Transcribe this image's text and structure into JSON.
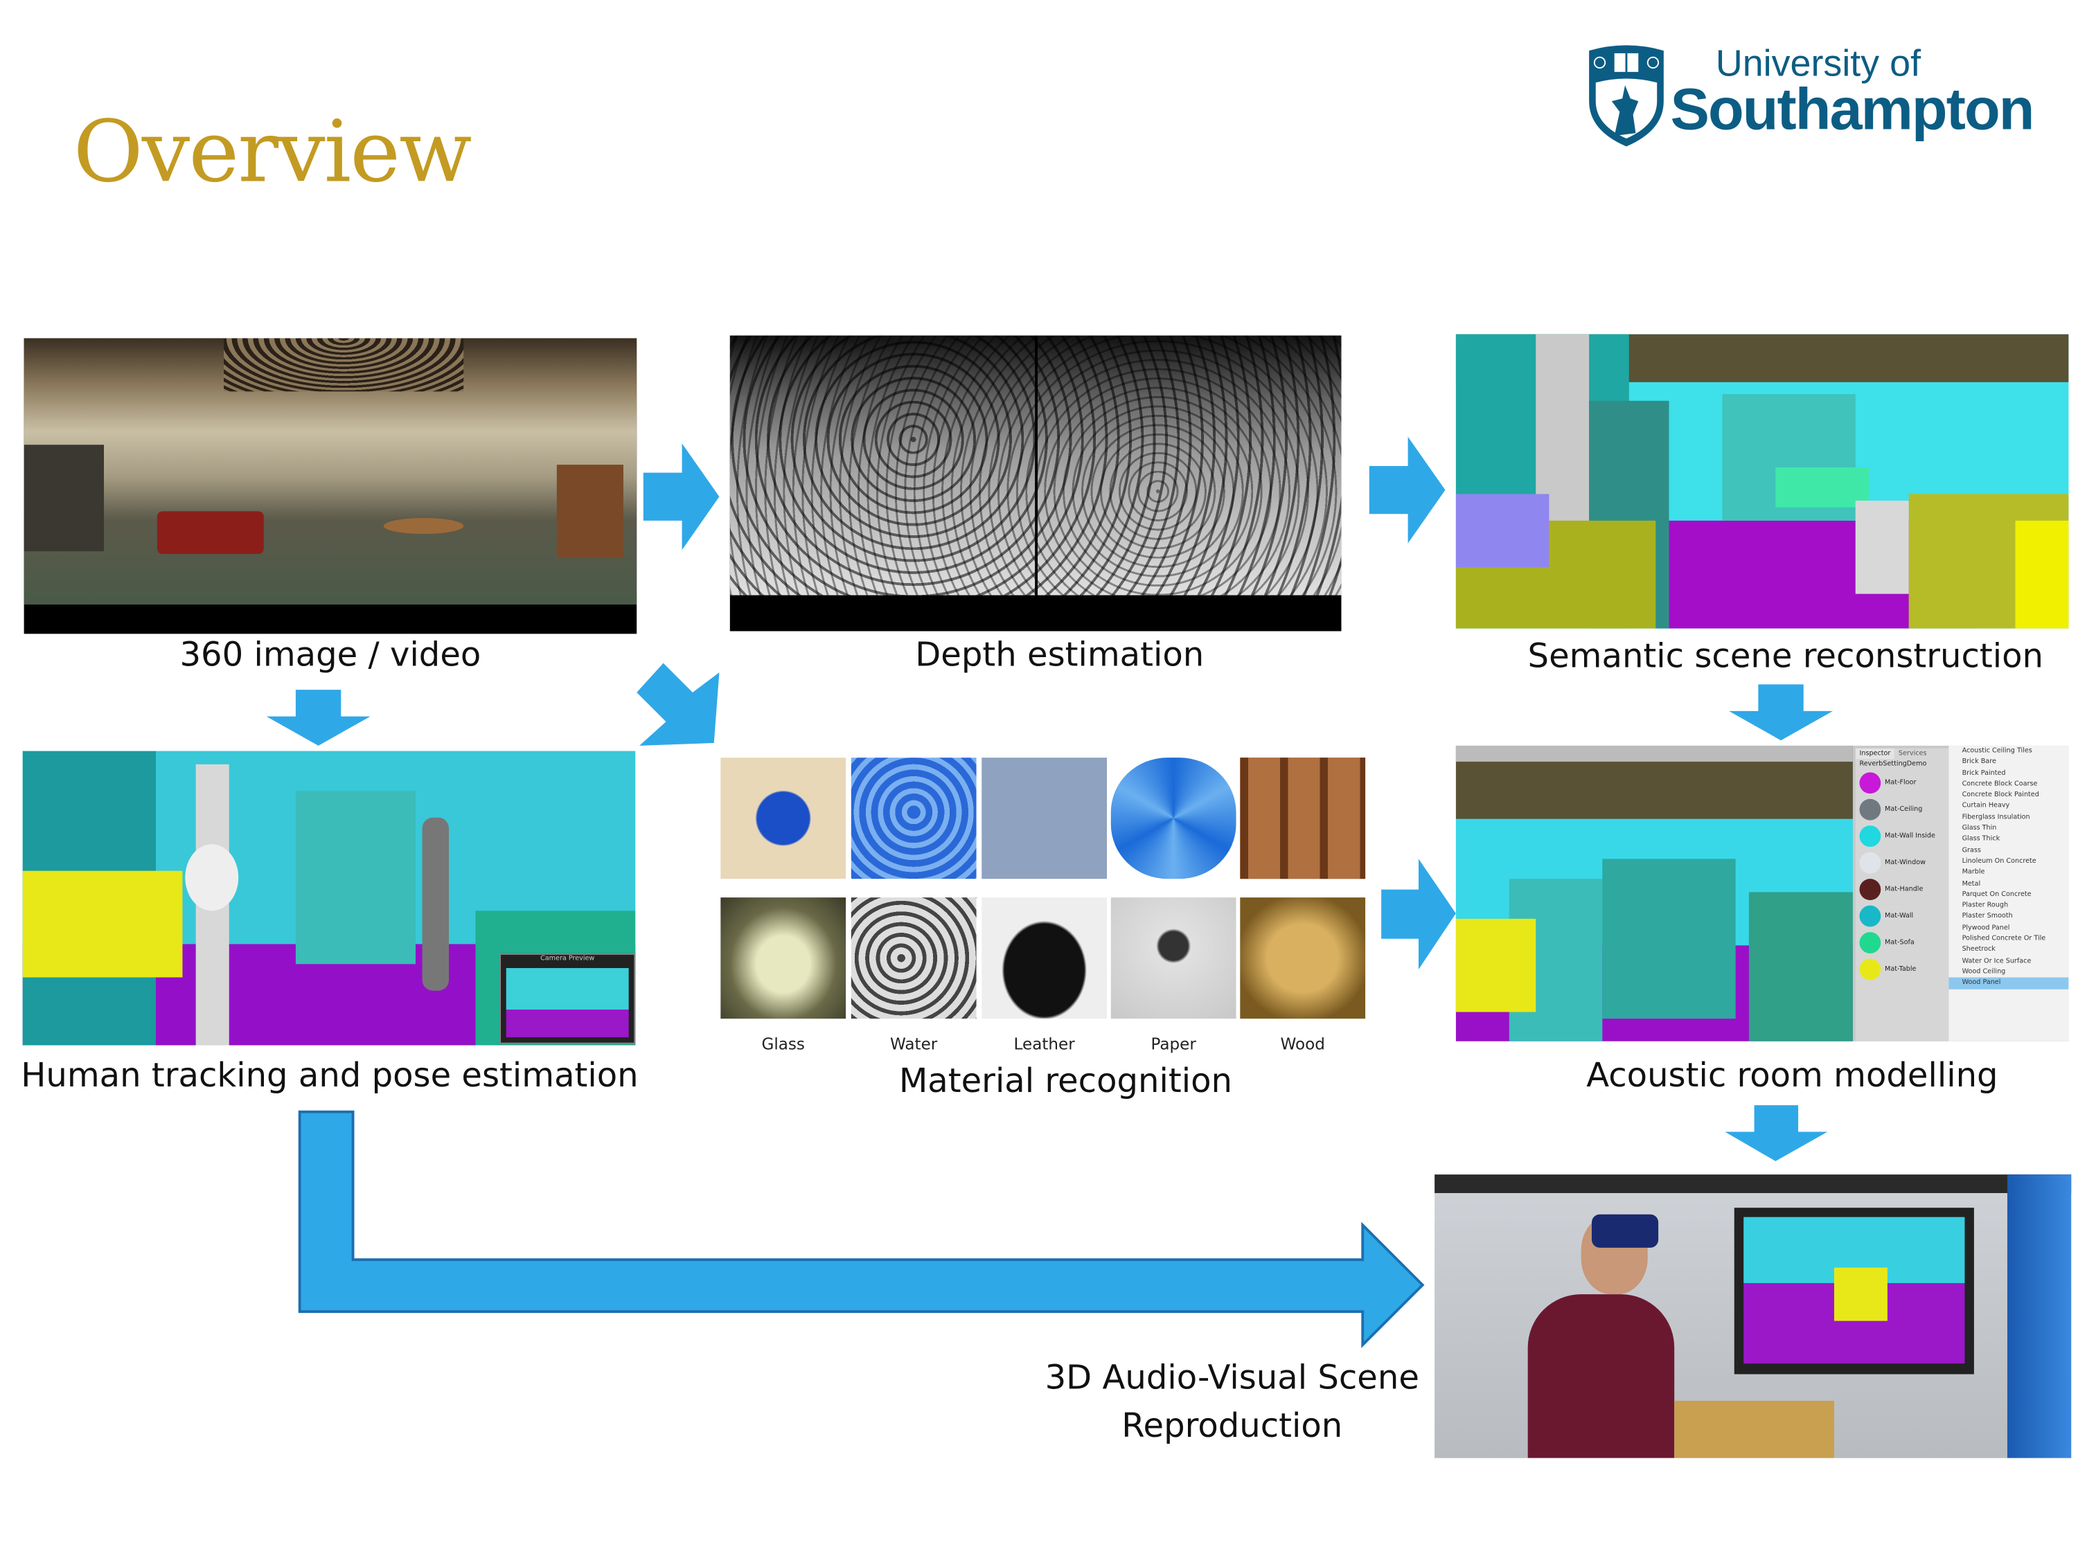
{
  "slide_title": "Overview",
  "logo": {
    "line1": "University of",
    "line2": "Southampton",
    "color": "#0c5d84"
  },
  "accent_colors": {
    "title": "#c39b22",
    "arrow": "#2fa8e8"
  },
  "stages": {
    "capture": "360 image / video",
    "depth": "Depth estimation",
    "semantic": "Semantic scene reconstruction",
    "tracking": "Human tracking and pose estimation",
    "material": "Material recognition",
    "acoustic": "Acoustic room modelling",
    "reproduction_line1": "3D Audio-Visual Scene",
    "reproduction_line2": "Reproduction"
  },
  "materials": [
    "Glass",
    "Water",
    "Leather",
    "Paper",
    "Wood"
  ],
  "tracking_inset": "Camera Preview",
  "unity_inspector": {
    "tabs": [
      "Inspector",
      "Services"
    ],
    "object": "ReverbSettingDemo",
    "mats": [
      "Mat-Floor",
      "Mat-Ceiling",
      "Mat-Wall Inside",
      "Mat-Window",
      "Mat-Handle",
      "Mat-Wall",
      "Mat-Sofa",
      "Mat-Table"
    ],
    "dropdown": [
      "Acoustic Ceiling Tiles",
      "Brick Bare",
      "Brick Painted",
      "Concrete Block Coarse",
      "Concrete Block Painted",
      "Curtain Heavy",
      "Fiberglass Insulation",
      "Glass Thin",
      "Glass Thick",
      "Grass",
      "Linoleum On Concrete",
      "Marble",
      "Metal",
      "Parquet On Concrete",
      "Plaster Rough",
      "Plaster Smooth",
      "Plywood Panel",
      "Polished Concrete Or Tile",
      "Sheetrock",
      "Water Or Ice Surface",
      "Wood Ceiling",
      "Wood Panel"
    ],
    "selected": "Wood Panel"
  }
}
